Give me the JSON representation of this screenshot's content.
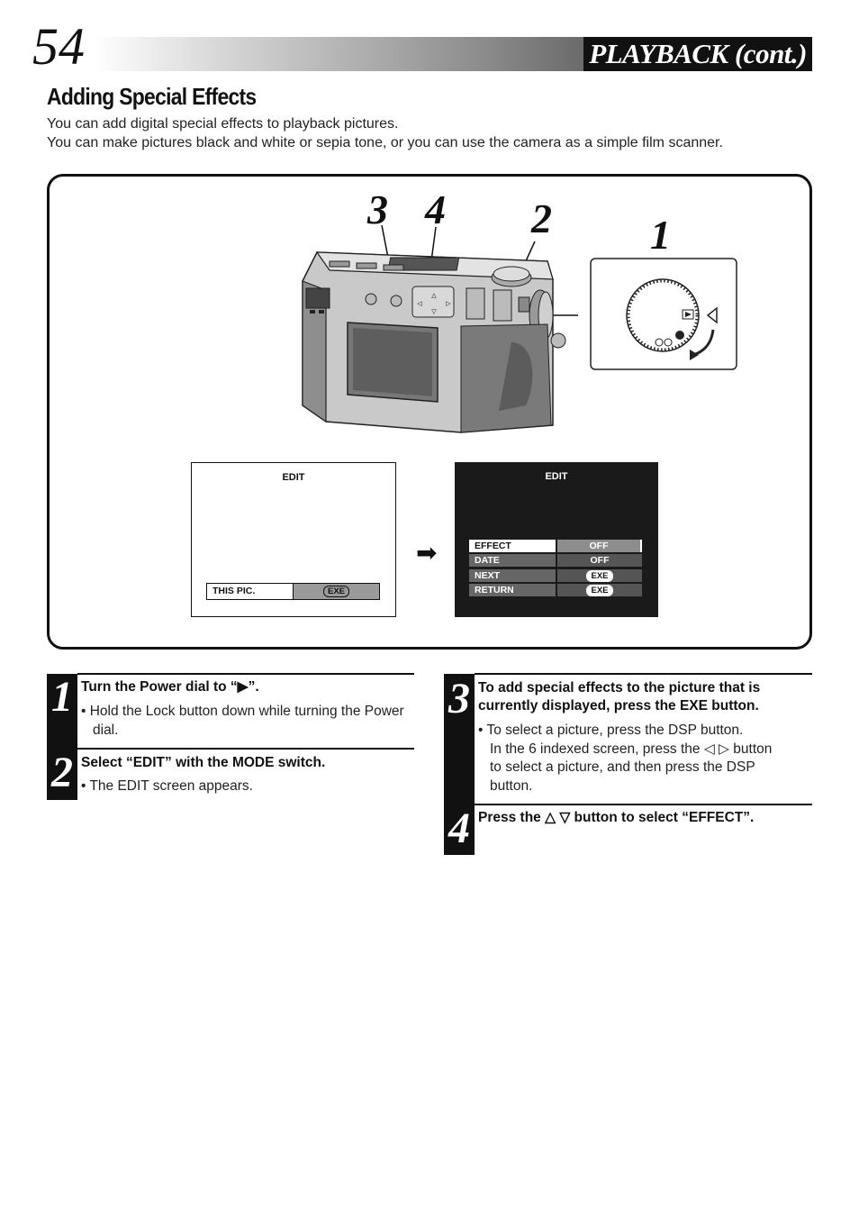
{
  "header": {
    "page_number": "54",
    "section": "PLAYBACK (cont.)"
  },
  "title": "Adding Special Effects",
  "intro": [
    "You can add digital special effects to playback pictures.",
    "You can make pictures black and white or sepia tone, or you can use the camera as a simple film scanner."
  ],
  "figure": {
    "callouts": [
      "3",
      "4",
      "2",
      "1"
    ],
    "screen_before": {
      "title": "EDIT",
      "row_label": "THIS PIC.",
      "row_value": "EXE"
    },
    "screen_after": {
      "title": "EDIT",
      "rows": [
        {
          "label": "EFFECT",
          "value": "OFF"
        },
        {
          "label": "DATE",
          "value": "OFF"
        },
        {
          "label": "NEXT",
          "value": "EXE"
        },
        {
          "label": "RETURN",
          "value": "EXE"
        }
      ]
    },
    "arrow_glyph": "➡"
  },
  "steps": [
    {
      "number": "1",
      "heading": "Turn the Power dial to “▶”.",
      "bullets": [
        "Hold the Lock button down while turning the Power dial."
      ]
    },
    {
      "number": "2",
      "heading": "Select “EDIT” with the MODE switch.",
      "bullets": [
        "The EDIT screen appears."
      ]
    },
    {
      "number": "3",
      "heading_lines": [
        "To add special effects to the picture that is",
        "currently displayed, press the EXE button."
      ],
      "bullet": "To select a picture, press the DSP button.",
      "sub_lines": [
        "In the 6 indexed screen, press the ◁ ▷ button",
        "to select a picture, and then press the DSP",
        "button."
      ]
    },
    {
      "number": "4",
      "heading": "Press the △ ▽ button to select “EFFECT”."
    }
  ]
}
